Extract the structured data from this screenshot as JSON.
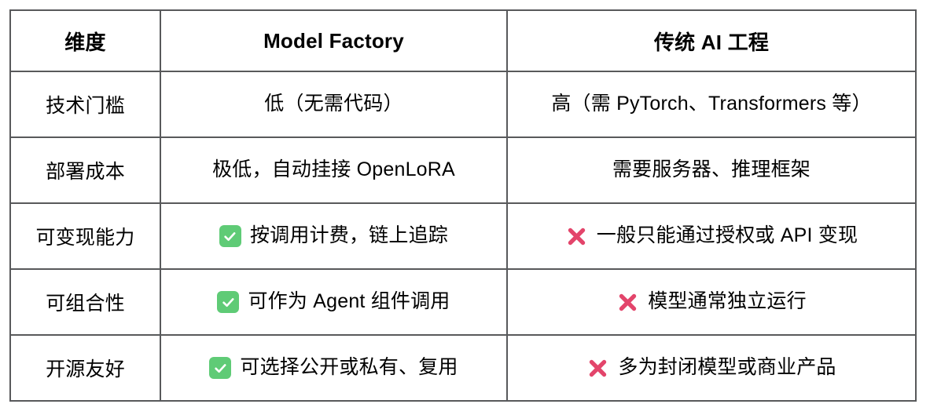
{
  "table": {
    "headers": [
      "维度",
      "Model Factory",
      "传统 AI 工程"
    ],
    "icons": {
      "check": "green-check-icon",
      "cross": "red-cross-icon"
    },
    "colors": {
      "check_fill": "#5fcb76",
      "check_glyph": "#ffffff",
      "cross_fill": "#e3456b",
      "border": "#58595b",
      "text": "#000000",
      "background": "#ffffff"
    },
    "rows": [
      {
        "dimension": "技术门槛",
        "model_factory": {
          "icon": "none",
          "text": "低（无需代码）"
        },
        "traditional": {
          "icon": "none",
          "text": "高（需 PyTorch、Transformers 等）"
        }
      },
      {
        "dimension": "部署成本",
        "model_factory": {
          "icon": "none",
          "text": "极低，自动挂接 OpenLoRA"
        },
        "traditional": {
          "icon": "none",
          "text": "需要服务器、推理框架"
        }
      },
      {
        "dimension": "可变现能力",
        "model_factory": {
          "icon": "check",
          "text": "按调用计费，链上追踪"
        },
        "traditional": {
          "icon": "cross",
          "text": "一般只能通过授权或 API 变现"
        }
      },
      {
        "dimension": "可组合性",
        "model_factory": {
          "icon": "check",
          "text": "可作为 Agent 组件调用"
        },
        "traditional": {
          "icon": "cross",
          "text": "模型通常独立运行"
        }
      },
      {
        "dimension": "开源友好",
        "model_factory": {
          "icon": "check",
          "text": "可选择公开或私有、复用"
        },
        "traditional": {
          "icon": "cross",
          "text": "多为封闭模型或商业产品"
        }
      }
    ]
  }
}
